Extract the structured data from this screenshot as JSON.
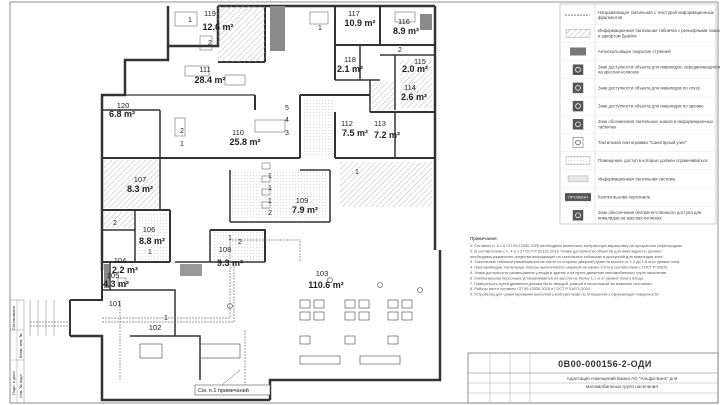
{
  "drawing": {
    "code": "0В00-000156-2-ОДИ",
    "subtitle_line1": "Адаптация помещений Банка АО \"Альфа-Банк\" для",
    "subtitle_line2": "маломобильных групп населения",
    "side_label_1": "Согласовано",
    "side_label_2": "Взам. инв. №",
    "side_label_3": "Подп. и дата",
    "side_label_4": "Инв. № подл.",
    "callout": "См. п.1 примечаний"
  },
  "rooms": [
    {
      "no": "119",
      "area": "12.6 m²"
    },
    {
      "no": "117",
      "area": "10.9 m²"
    },
    {
      "no": "116",
      "area": "8.9 m²"
    },
    {
      "no": "111",
      "area": "28.4 m²"
    },
    {
      "no": "118",
      "area": "2.1 m²"
    },
    {
      "no": "115",
      "area": "2.0 m²"
    },
    {
      "no": "114",
      "area": "2.6 m²"
    },
    {
      "no": "120",
      "area": "6.8 m²"
    },
    {
      "no": "112",
      "area": "7.5 m²"
    },
    {
      "no": "113",
      "area": "7.2 m²"
    },
    {
      "no": "110",
      "area": "25.8 m²"
    },
    {
      "no": "107",
      "area": "8.3 m²"
    },
    {
      "no": "109",
      "area": "7.9 m²"
    },
    {
      "no": "106",
      "area": "8.8 m²"
    },
    {
      "no": "108",
      "area": "9.3 m²"
    },
    {
      "no": "104",
      "area": "2.2 m²"
    },
    {
      "no": "105",
      "area": "4.3 m²"
    },
    {
      "no": "103",
      "area": "110.6 m²"
    },
    {
      "no": "101",
      "area": ""
    },
    {
      "no": "102",
      "area": ""
    }
  ],
  "furniture_numbers": [
    "1",
    "2",
    "1",
    "5",
    "4",
    "3",
    "2",
    "1",
    "1",
    "2",
    "1",
    "1",
    "1",
    "2",
    "1",
    "2",
    "1",
    "2",
    "1"
  ],
  "legend": [
    {
      "symbol": "line",
      "text": "Направляющая тактильная с текстурой информационных фрагментов"
    },
    {
      "symbol": "hatch",
      "text": "Информационная тактильная табличка с рельефными знаками и шрифтом Брайля"
    },
    {
      "symbol": "dark",
      "text": "Антискользящее покрытие ступеней"
    },
    {
      "symbol": "wheel",
      "text": "Знак доступности объекта для инвалидов, передвигающихся на креслах-колясках"
    },
    {
      "symbol": "cane",
      "text": "Знак доступности объекта для инвалидов по слуху"
    },
    {
      "symbol": "eye",
      "text": "Знак доступности объекта для инвалидов по зрению"
    },
    {
      "symbol": "ear",
      "text": "Знак обозначения тактильных знаков и информационных табличек"
    },
    {
      "symbol": "box",
      "text": "Тактильная пиктограмма \"Санитарный узел\""
    },
    {
      "symbol": "dots",
      "text": "Помещения, доступ в которые должен ограничиваться"
    },
    {
      "symbol": "plain",
      "text": "Информационная тактильная система"
    },
    {
      "symbol": "label",
      "text": "Кнопка вызова персонала",
      "tag": "ПРОЗВОН"
    },
    {
      "symbol": "wheel2",
      "text": "Знак обеспечения беспрепятственного доступа для инвалидов на креслах-колясках"
    }
  ],
  "notes_heading": "Примечания:",
  "notes": [
    "1. Согласно п. 6.1.6 СП 59.13330.2020 необходимо выполнить контрастную маркировку на прозрачных перегородках.",
    "2. В соответствии с п. 4.3.7.3 ГОСТ Р 52131-2019 \"Знаки доступности объектов для инвалидов по зрению\"",
    "необходимо разместить средства информации на тактильных табличках в доступной для инвалидов зоне.",
    "3. Тактильные таблички размещаются на стене со стороны дверной ручки на высоте от 1,2 до 1,6 м от уровня пола.",
    "4. Направляющие тактильные полосы выполняются шириной не менее 0,5 м в соответствии с ГОСТ Р 52875.",
    "5. Знаки доступности размещаются у входа в здание и на путях движения маломобильных групп населения.",
    "6. Кнопка вызова персонала устанавливается на высоте не более 1,1 м от уровня пола у входа.",
    "7. Поверхность путей движения должна быть твердой, ровной и нескользкой во влажном состоянии.",
    "8. Работы вести согласно СП 59.13330.2020 и ГОСТ Р 51671-2020.",
    "9. Устройства для ориентирования выполнять контрастными по отношению к окружающей поверхности."
  ]
}
